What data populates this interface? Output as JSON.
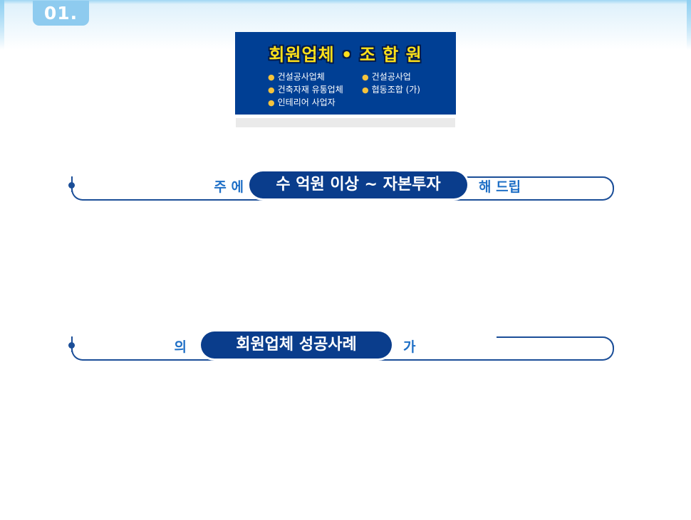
{
  "section_number": "01.",
  "member_card": {
    "title": "회원업체 • 조 합 원",
    "column_left": [
      "건설공사업체",
      "건축자재 유통업체",
      "인테리어 사업자"
    ],
    "column_right": [
      "건설공사업",
      "협동조합 (가)"
    ]
  },
  "banner_investment": {
    "label": "수 억원 이상  ~  자본투자",
    "left_fragment": "주 에",
    "right_fragment": "해 드립"
  },
  "banner_success": {
    "label": "회원업체  성공사례",
    "left_fragment": "의",
    "right_fragment": "가"
  },
  "colors": {
    "navy": "#0a3d8c",
    "frame": "#1b4e98",
    "yellow": "#ffe01a",
    "badge": "#8ecbef"
  }
}
